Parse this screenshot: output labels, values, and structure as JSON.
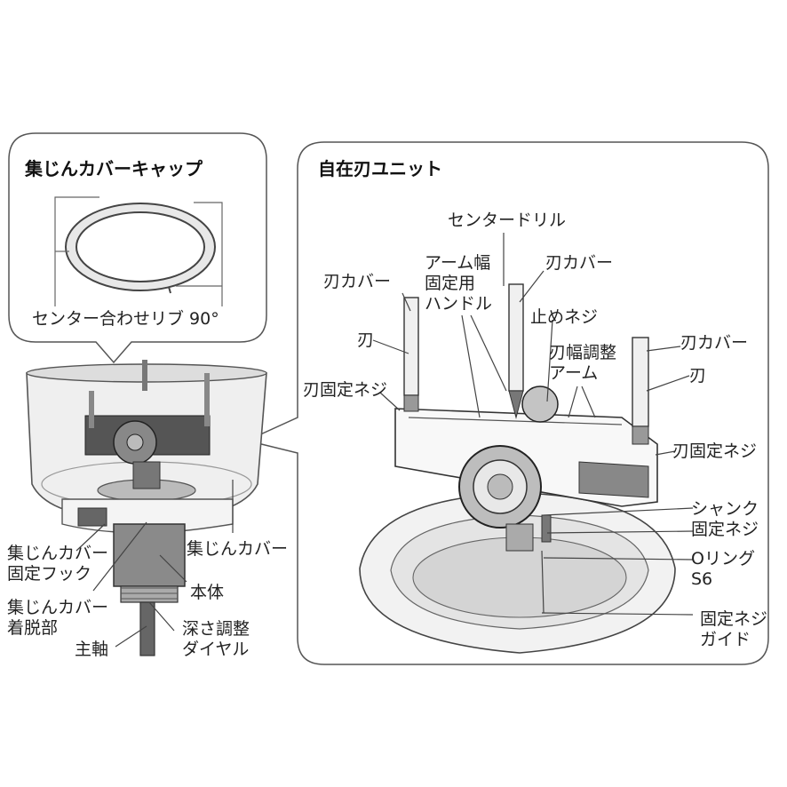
{
  "panels": {
    "cap_title": "集じんカバーキャップ",
    "unit_title": "自在刃ユニット"
  },
  "cap_labels": {
    "rib": "センター合わせリブ 90°"
  },
  "body_labels": {
    "cover": "集じんカバー",
    "hook_1": "集じんカバー",
    "hook_2": "固定フック",
    "detach_1": "集じんカバー",
    "detach_2": "着脱部",
    "body": "本体",
    "depth_1": "深さ調整",
    "depth_2": "ダイヤル",
    "spindle": "主軸"
  },
  "unit_labels": {
    "center_drill": "センタードリル",
    "arm_handle_1": "アーム幅",
    "arm_handle_2": "固定用",
    "arm_handle_3": "ハンドル",
    "blade_cover_left": "刃カバー",
    "blade_cover_mid": "刃カバー",
    "stop_screw": "止めネジ",
    "blade_left": "刃",
    "blade_arm_1": "刃幅調整",
    "blade_arm_2": "アーム",
    "blade_cover_right": "刃カバー",
    "blade_right": "刃",
    "blade_fix_left": "刃固定ネジ",
    "blade_fix_right": "刃固定ネジ",
    "shank_1": "シャンク",
    "shank_2": "固定ネジ",
    "oring_1": "Oリング",
    "oring_2": "S6",
    "guide_1": "固定ネジ",
    "guide_2": "ガイド"
  }
}
